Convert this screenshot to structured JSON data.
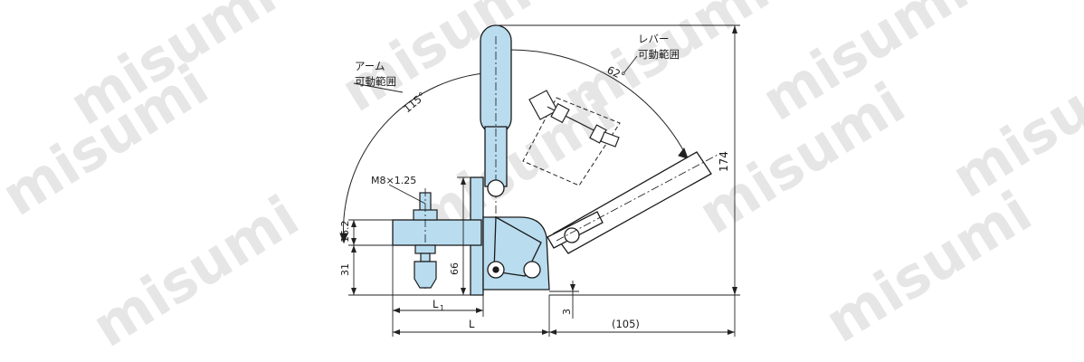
{
  "watermark": {
    "text": "misumi",
    "color": "#e6e6e6"
  },
  "colors": {
    "part_fill": "#b9dcef",
    "outline": "#1a1a1a",
    "dim_line": "#222222"
  },
  "labels": {
    "arm_range_line1": "アーム",
    "arm_range_line2": "可動範囲",
    "arm_angle": "115°",
    "lever_range_line1": "レバー",
    "lever_range_line2": "可動範囲",
    "lever_angle": "62°",
    "thread": "M8×1.25"
  },
  "dimensions": {
    "height_total": "174",
    "d_16_2": "16.2",
    "d_31": "31",
    "d_66": "66",
    "d_3": "3",
    "l1_main": "L",
    "l1_sub": "1",
    "l": "L",
    "d_105": "(105)"
  }
}
